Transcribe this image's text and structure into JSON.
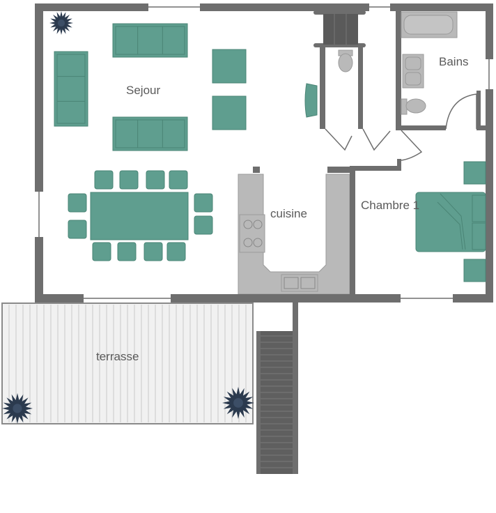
{
  "rooms": {
    "sejour": "Sejour",
    "bains": "Bains",
    "cuisine": "cuisine",
    "chambre": "Chambre 1",
    "terrasse": "terrasse"
  },
  "colors": {
    "wall": "#6e6e6e",
    "furniture": "#5f9e8f",
    "fixtures": "#b9b9b9",
    "plants": "#2b3a4e"
  }
}
